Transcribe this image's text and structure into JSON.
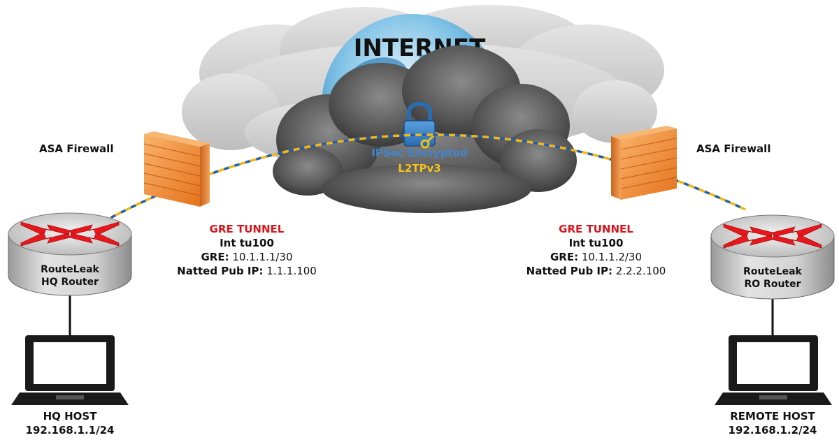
{
  "internet": {
    "title": "INTERNET"
  },
  "ipsec": {
    "line1": "IPSec Encrypted",
    "line2": "L2TPv3"
  },
  "firewalls": {
    "left": {
      "label": "ASA Firewall"
    },
    "right": {
      "label": "ASA Firewall"
    }
  },
  "routers": {
    "hq": {
      "line1": "RouteLeak",
      "line2": "HQ Router"
    },
    "ro": {
      "line1": "RouteLeak",
      "line2": "RO Router"
    }
  },
  "tunnels": {
    "hq": {
      "title": "GRE TUNNEL",
      "interface": "Int tu100",
      "gre_label": "GRE:",
      "gre_value": "10.1.1.1/30",
      "natted_label": "Natted Pub IP:",
      "natted_value": "1.1.1.100"
    },
    "ro": {
      "title": "GRE TUNNEL",
      "interface": "Int tu100",
      "gre_label": "GRE:",
      "gre_value": "10.1.1.2/30",
      "natted_label": "Natted Pub IP:",
      "natted_value": "2.2.2.100"
    }
  },
  "hosts": {
    "hq": {
      "name": "HQ HOST",
      "ip": "192.168.1.1/24"
    },
    "remote": {
      "name": "REMOTE HOST",
      "ip": "192.168.1.2/24"
    }
  },
  "colors": {
    "tunnel_blue": "#1f5fae",
    "tunnel_yellow": "#f2b619",
    "gre_red": "#d9141b",
    "ipsec_blue": "#3f86d1",
    "ipsec_yellow": "#f5c320",
    "firewall_orange": "#f08a2a",
    "router_arrow_red": "#e8171b"
  }
}
